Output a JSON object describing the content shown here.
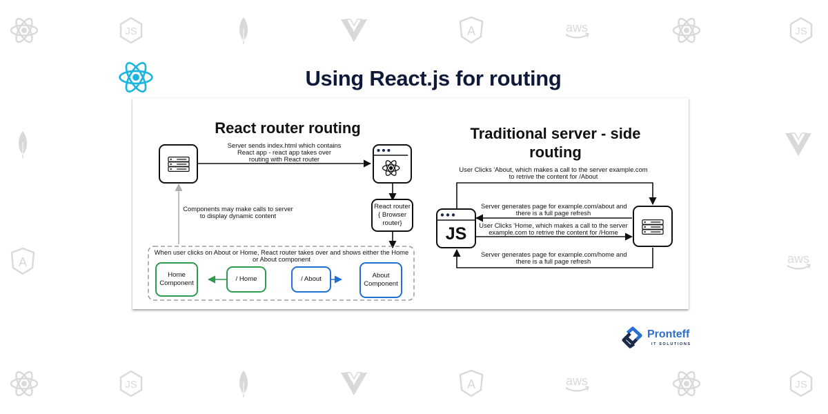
{
  "page": {
    "title": "Using React.js for routing",
    "accent_color": "#1cb5e0",
    "title_color": "#0f1a3a"
  },
  "background_icons": {
    "color": "#d9d9d9",
    "top_row": [
      "react-icon",
      "nodejs-icon",
      "mongodb-icon",
      "vue-icon",
      "angular-icon",
      "aws-icon",
      "react-icon",
      "nodejs-icon"
    ],
    "left_column": [
      "mongodb-icon",
      "angular-icon"
    ],
    "right_column": [
      "vue-icon",
      "aws-icon"
    ],
    "bottom_row": [
      "react-icon",
      "nodejs-icon",
      "mongodb-icon",
      "vue-icon",
      "angular-icon",
      "aws-icon",
      "react-icon",
      "nodejs-icon"
    ],
    "aws_text": "aws"
  },
  "react_router": {
    "heading": "React router routing",
    "server_to_app_label": [
      "Server sends index.html which contains",
      "React app - react app takes over",
      "routing with React router"
    ],
    "components_calls_label": [
      "Components may make calls to server",
      "to display dynamic content"
    ],
    "router_box": [
      "React router",
      "{ Browser",
      "router}"
    ],
    "group_label": [
      "When user clicks on About or Home, React router takes over and shows either the Home",
      "or About component"
    ],
    "home_component": [
      "Home",
      "Component"
    ],
    "home_route": "/ Home",
    "about_route": "/ About",
    "about_component": [
      "About",
      "Component"
    ],
    "colors": {
      "home": "#2e9a4e",
      "about": "#1f6fd6",
      "return_arrow": "#b0b0b0"
    }
  },
  "traditional": {
    "heading": [
      "Traditional server - side",
      "routing"
    ],
    "about_request_label": [
      "User Clicks 'About, which makes a call to the server example.com",
      "to retrive the content for /About"
    ],
    "about_response_label": [
      "Server generates page for example.com/about and",
      "there is a full page refresh"
    ],
    "home_request_label": [
      "User Clicks 'Home, which makes a call to the server",
      "example.com to retrive the content for /Home"
    ],
    "home_response_label": [
      "Server generates page for example.com/home and",
      "there is a full page refresh"
    ],
    "client_box_text": "JS"
  },
  "brand": {
    "name": "Pronteff",
    "tagline": "IT SOLUTIONS",
    "color": "#2a6fd0"
  }
}
